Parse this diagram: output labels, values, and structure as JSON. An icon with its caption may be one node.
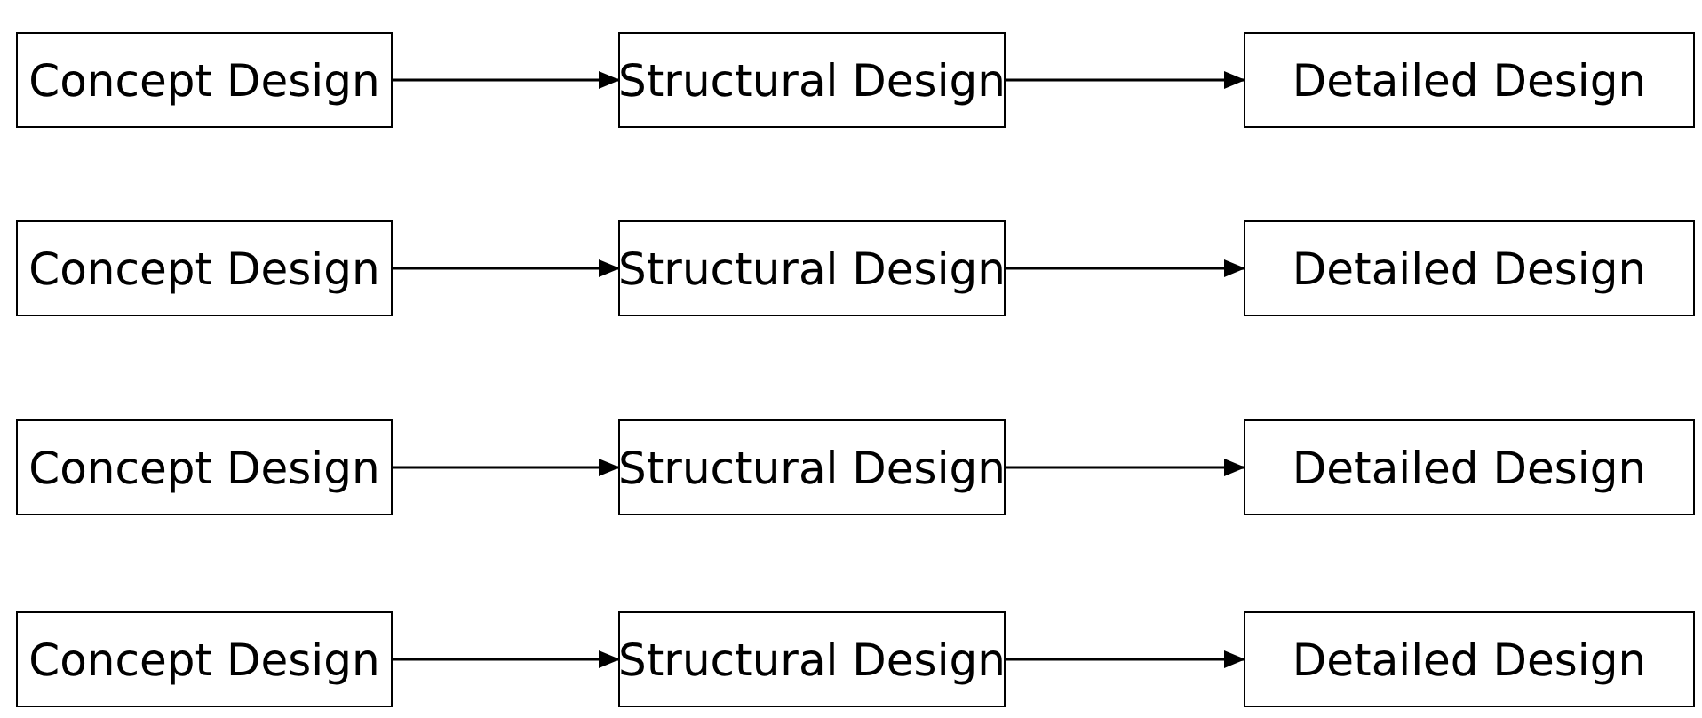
{
  "diagram": {
    "nodes": [
      {
        "text": [
          "Concept Design"
        ]
      },
      {
        "text": [
          "Structural Design"
        ]
      },
      {
        "text": [
          "Detailed Design"
        ]
      },
      {
        "text": [
          "Concept Design"
        ]
      },
      {
        "text": [
          "Structural Design"
        ]
      },
      {
        "text": [
          "Detailed Design"
        ]
      },
      {
        "text": [
          "Concept Design"
        ]
      },
      {
        "text": [
          "Structural Design"
        ]
      },
      {
        "text": [
          "Detailed Design"
        ]
      },
      {
        "text": [
          "Concept Design"
        ]
      },
      {
        "text": [
          "Structural Design"
        ]
      },
      {
        "text": [
          "Detailed Design"
        ]
      }
    ],
    "edges": [
      {
        "from": 0,
        "to": 1,
        "arrow": "to"
      },
      {
        "from": 1,
        "to": 2,
        "arrow": "to"
      },
      {
        "from": 3,
        "to": 4,
        "arrow": "to"
      },
      {
        "from": 4,
        "to": 5,
        "arrow": "to"
      },
      {
        "from": 6,
        "to": 7,
        "arrow": "to"
      },
      {
        "from": 7,
        "to": 8,
        "arrow": "to"
      },
      {
        "from": 9,
        "to": 10,
        "arrow": "to"
      },
      {
        "from": 10,
        "to": 11,
        "arrow": "to"
      }
    ]
  }
}
